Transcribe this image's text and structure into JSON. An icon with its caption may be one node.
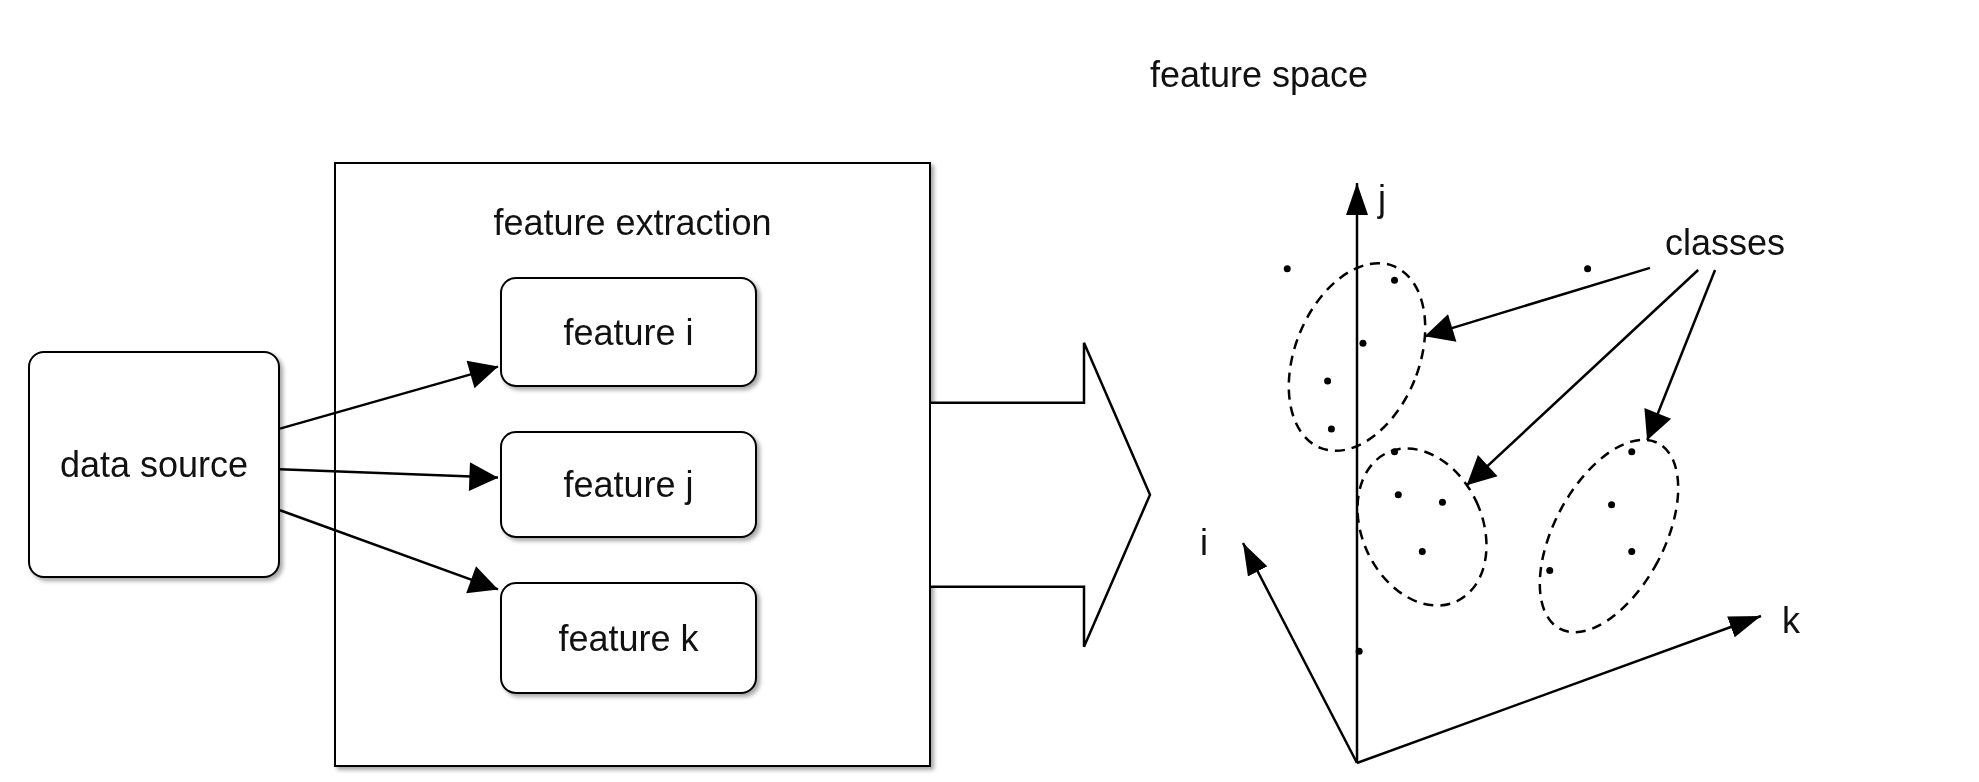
{
  "diagram": {
    "nodes": [
      {
        "text": [
          "data source"
        ]
      },
      {
        "text": [
          "feature extraction"
        ]
      },
      {
        "text": [
          "feature i"
        ],
        "in": 1
      },
      {
        "text": [
          "feature j"
        ],
        "in": 1
      },
      {
        "text": [
          "feature k"
        ],
        "in": 1
      },
      {
        "text": [
          "feature space"
        ]
      },
      {
        "text": [
          "classes"
        ],
        "in": 5
      },
      {
        "text": [],
        "shape": "ellipse",
        "in": 5
      },
      {
        "text": [],
        "shape": "ellipse",
        "in": 5
      },
      {
        "text": [],
        "shape": "ellipse",
        "in": 5
      }
    ],
    "edges": [
      {
        "from": 0,
        "to": 2,
        "arrow": "to"
      },
      {
        "from": 0,
        "to": 3,
        "arrow": "to"
      },
      {
        "from": 0,
        "to": 4,
        "arrow": "to"
      },
      {
        "from": 1,
        "to": 5,
        "arrow": "to",
        "style": "thick"
      },
      {
        "from": 6,
        "to": 7,
        "arrow": "to"
      },
      {
        "from": 6,
        "to": 8,
        "arrow": "to"
      },
      {
        "from": 6,
        "to": 9,
        "arrow": "to"
      }
    ],
    "labels": [
      "j",
      "i",
      "k"
    ]
  }
}
